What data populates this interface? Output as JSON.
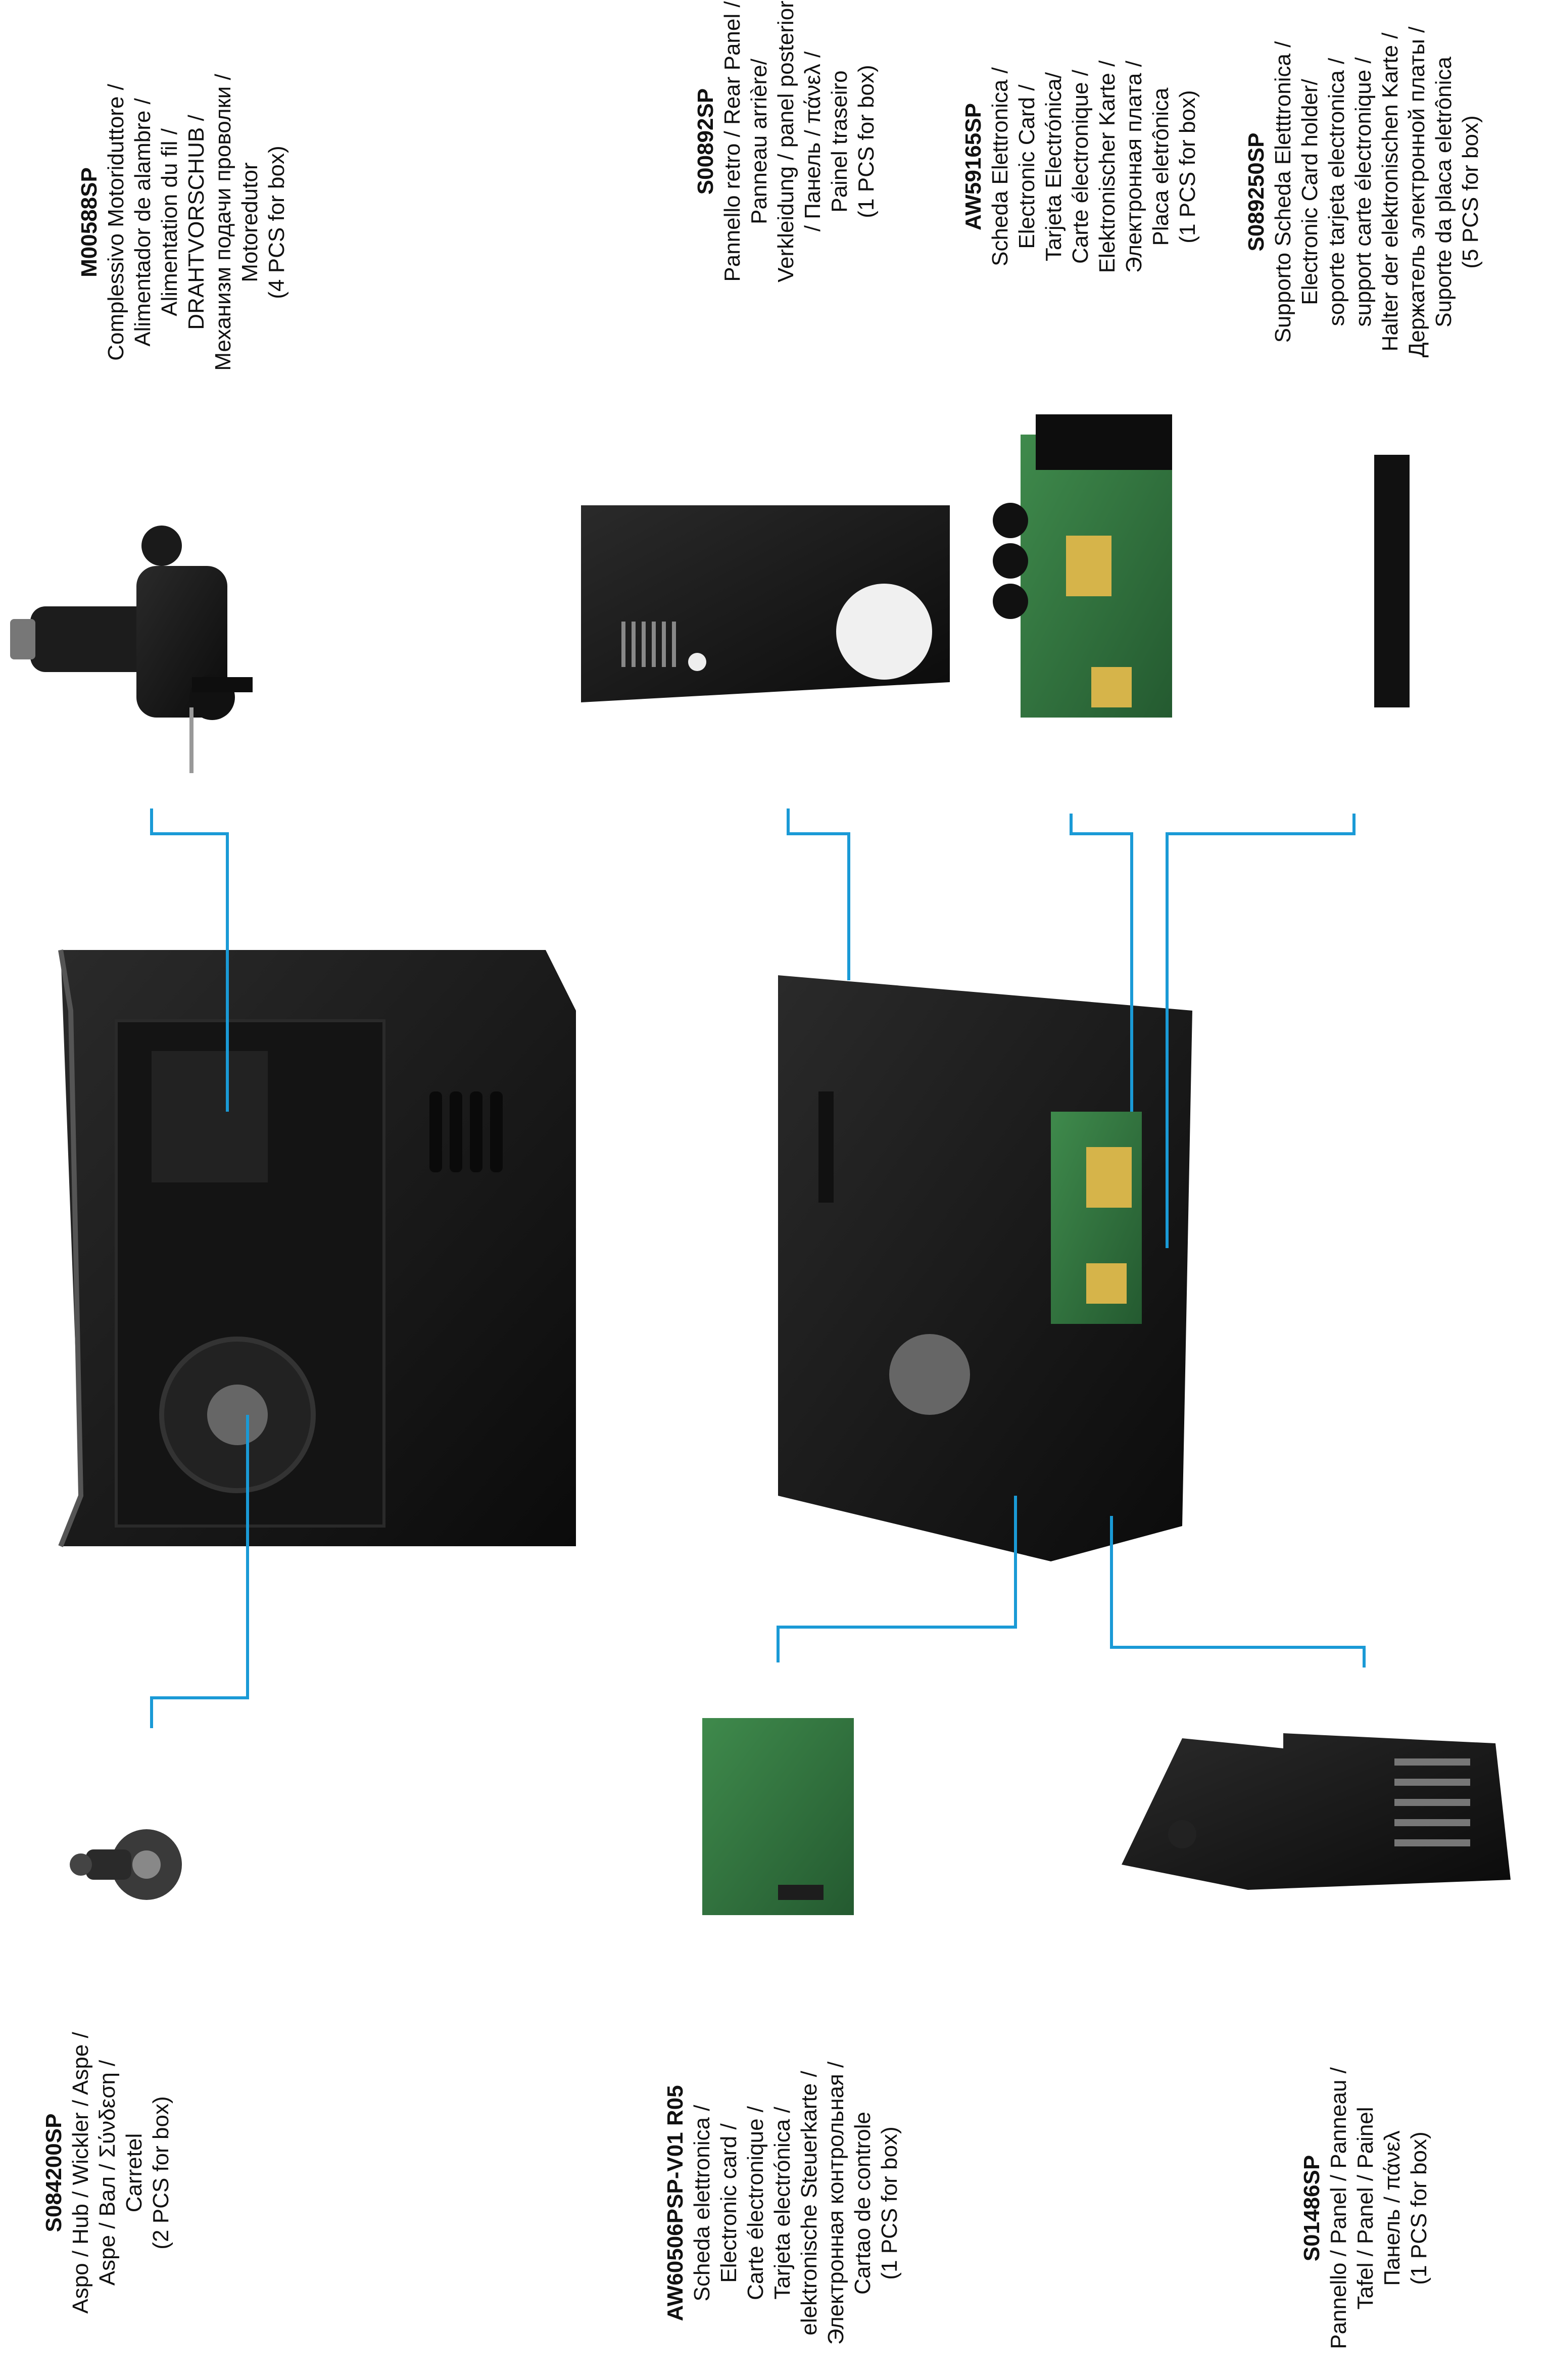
{
  "parts": [
    {
      "code": "M00588SP",
      "lines": [
        "Complessivo Motoriduttore /",
        "Alimentador de alambre /",
        "Alimentation du fil /",
        "DRAHTVORSCHUB /",
        "Механизм подачи проволки /",
        "Motoredutor",
        "(4 PCS for box)"
      ]
    },
    {
      "code": "S00892SP",
      "lines": [
        "Pannello retro / Rear Panel /",
        "Panneau  arrière/",
        "Verkleidung / panel posterior",
        "/ Панель / πάνελ /",
        "Painel traseiro",
        "(1 PCS for box)"
      ]
    },
    {
      "code": "AW59165SP",
      "lines": [
        "Scheda Elettronica /",
        "Electronic Card /",
        "Tarjeta Electrónica/",
        "Carte électronique /",
        "Elektronischer Karte /",
        "Электронная плата /",
        "Placa eletrônica",
        "(1 PCS for box)"
      ]
    },
    {
      "code": "S089250SP",
      "lines": [
        "Supporto Scheda Eletttronica  /",
        "Electronic Card holder/",
        "soporte tarjeta electronica /",
        "support carte électronique /",
        "Halter der elektronischen Karte /",
        "Держатель  электронной платы /",
        "Suporte da placa eletrônica",
        "(5 PCS for box)"
      ]
    },
    {
      "code": "S084200SP",
      "lines": [
        "Aspo / Hub / Wickler / Aspe /",
        "Aspe / Вал / Σύνδεση /",
        "Carretel",
        "(2 PCS for box)"
      ]
    },
    {
      "code": "AW60506PSP-V01 R05",
      "lines": [
        "Scheda elettronica  /",
        "Electronic card /",
        "Carte électronique  /",
        "Tarjeta electrónica /",
        "elektronische Steuerkarte  /",
        "Электронная контрольная  /",
        "Cartao de controle",
        "(1 PCS for box)"
      ]
    },
    {
      "code": "S01486SP",
      "lines": [
        "Pannello / Panel / Panneau /",
        "Tafel  / Panel / Painel",
        "Панель / πάνελ",
        "(1 PCS for box)"
      ]
    }
  ],
  "colors": {
    "leader": "#1a9ad6",
    "metal": "#161616",
    "pcb": "#2f6e3d"
  }
}
